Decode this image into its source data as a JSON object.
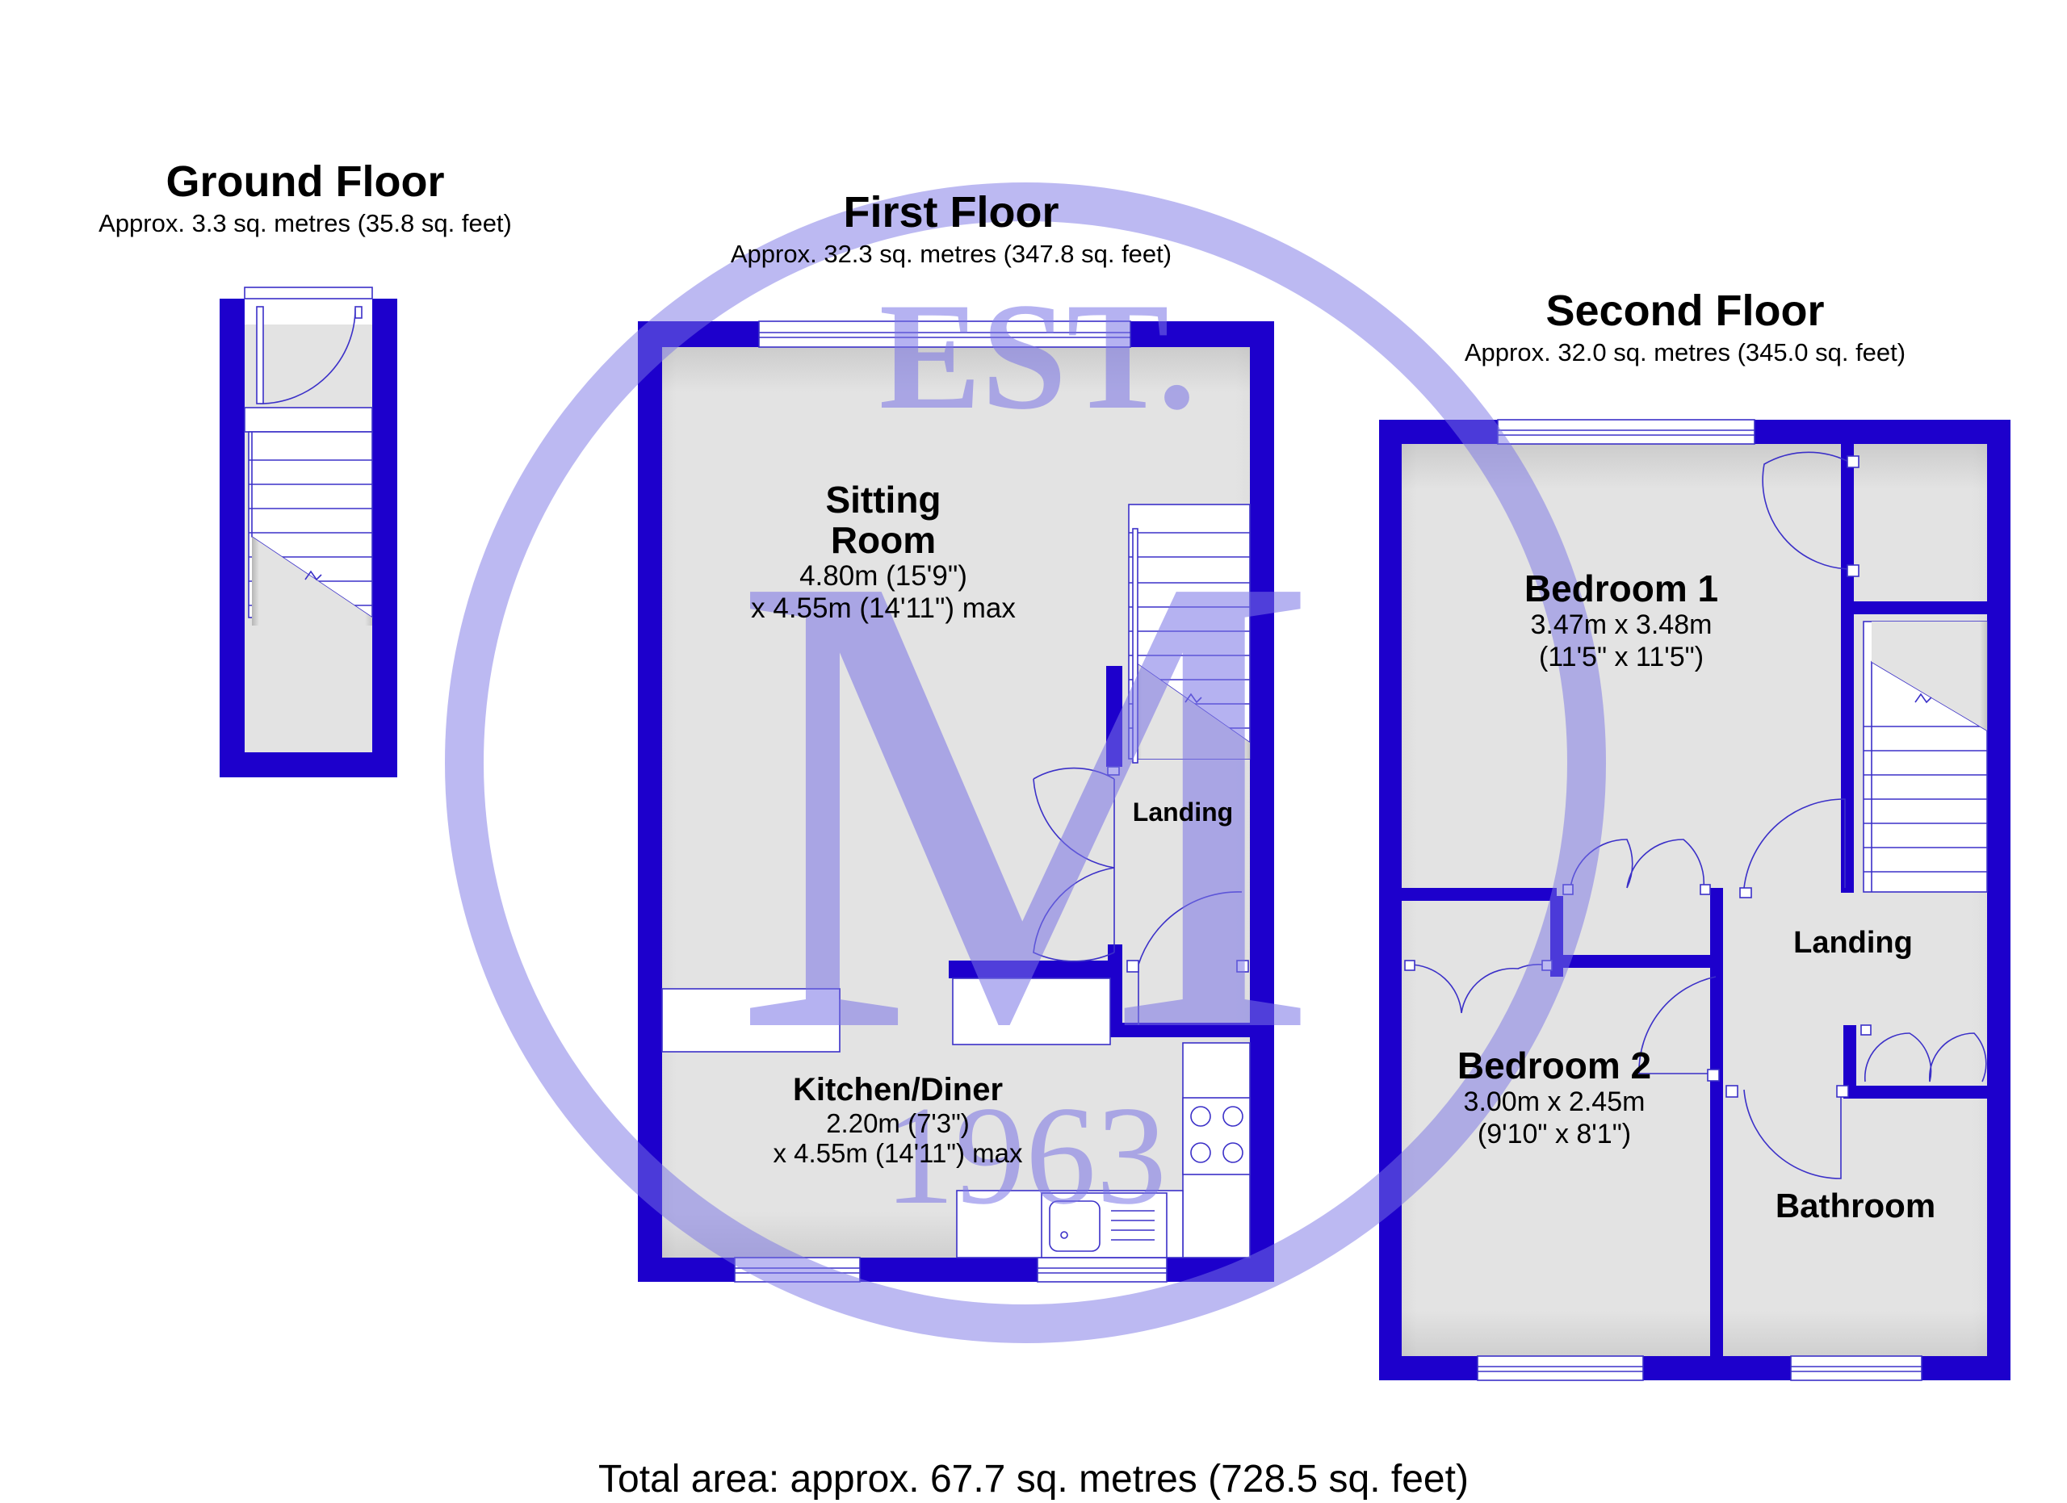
{
  "floors": {
    "ground": {
      "title": "Ground Floor",
      "area": "Approx. 3.3 sq. metres (35.8 sq. feet)"
    },
    "first": {
      "title": "First Floor",
      "area": "Approx. 32.3 sq. metres (347.8 sq. feet)"
    },
    "second": {
      "title": "Second Floor",
      "area": "Approx. 32.0 sq. metres (345.0 sq. feet)"
    }
  },
  "rooms": {
    "sitting_room": {
      "name_line1": "Sitting",
      "name_line2": "Room",
      "dim1": "4.80m (15'9\")",
      "dim2": "x 4.55m (14'11\") max"
    },
    "landing_first": {
      "name": "Landing"
    },
    "kitchen_diner": {
      "name": "Kitchen/Diner",
      "dim1": "2.20m (7'3\")",
      "dim2": "x 4.55m (14'11\") max"
    },
    "bedroom1": {
      "name": "Bedroom 1",
      "dim1": "3.47m x 3.48m",
      "dim2": "(11'5\" x 11'5\")"
    },
    "bedroom2": {
      "name": "Bedroom 2",
      "dim1": "3.00m x 2.45m",
      "dim2": "(9'10\" x 8'1\")"
    },
    "landing_second": {
      "name": "Landing"
    },
    "bathroom": {
      "name": "Bathroom"
    }
  },
  "watermark": {
    "top": "EST.",
    "letter": "M",
    "year": "1963"
  },
  "total": "Total area: approx. 67.7 sq. metres (728.5 sq. feet)",
  "colors": {
    "wall": "#1d00cc",
    "floor": "#e2e2e2",
    "watermark": "#7a74e6"
  }
}
